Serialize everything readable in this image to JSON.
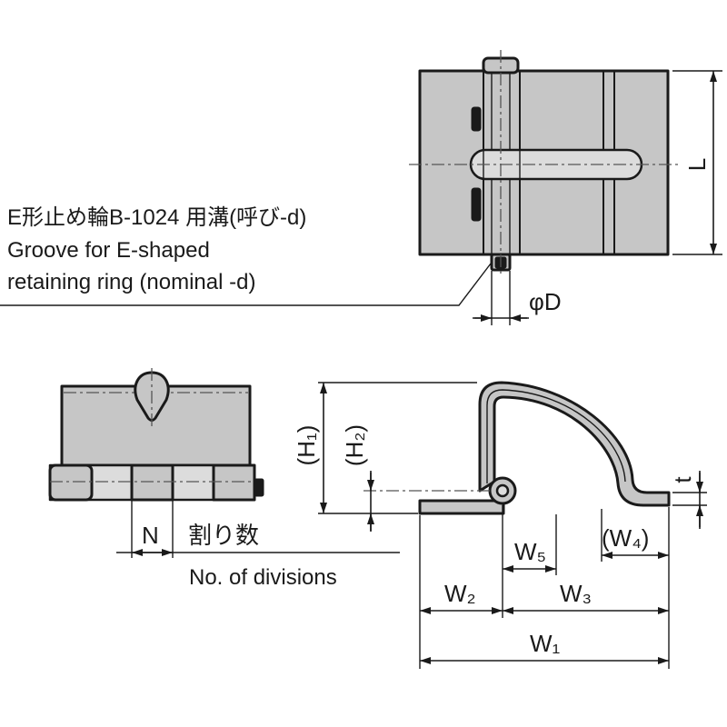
{
  "labels": {
    "groove_jp": "E形止め輪B-1024 用溝(呼び-d)",
    "groove_en_1": "Groove for E-shaped",
    "groove_en_2": "retaining ring (nominal -d)",
    "L": "L",
    "phiD": "φD",
    "H1": "(H₁)",
    "H2": "(H₂)",
    "t": "t",
    "N": "N",
    "divisions_jp": "割り数",
    "divisions_en": "No. of divisions",
    "W1": "W₁",
    "W2": "W₂",
    "W3": "W₃",
    "W4": "(W₄)",
    "W5": "W₅"
  },
  "colors": {
    "part_fill": "#c6c6c6",
    "slot_fill": "#dcdcdc",
    "line": "#1a1a1a",
    "background": "#ffffff"
  }
}
